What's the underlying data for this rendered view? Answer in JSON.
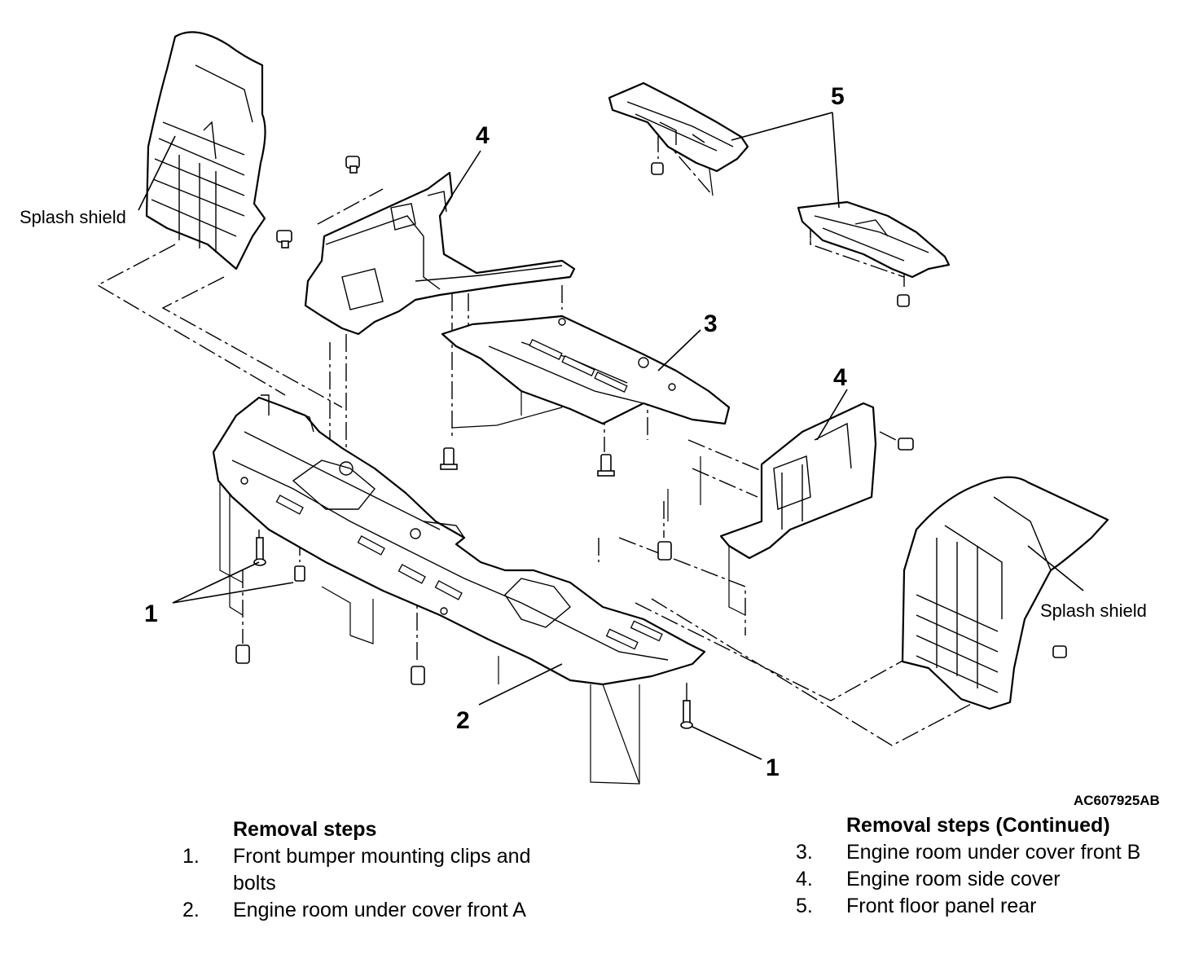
{
  "figure_id": "AC607925AB",
  "callouts": {
    "c1_left": "1",
    "c1_right": "1",
    "c2": "2",
    "c3": "3",
    "c4_left": "4",
    "c4_right": "4",
    "c5": "5"
  },
  "labels": {
    "splash_left": "Splash shield",
    "splash_right": "Splash shield"
  },
  "removal_steps": {
    "heading": "Removal steps",
    "items": [
      {
        "num": "1.",
        "line1": "Front bumper mounting clips and",
        "line2": "bolts"
      },
      {
        "num": "2.",
        "line1": "Engine room under cover front A"
      }
    ]
  },
  "removal_steps_continued": {
    "heading": "Removal steps (Continued)",
    "items": [
      {
        "num": "3.",
        "text": "Engine room under cover front B"
      },
      {
        "num": "4.",
        "text": "Engine room side cover"
      },
      {
        "num": "5.",
        "text": "Front floor panel rear"
      }
    ]
  }
}
